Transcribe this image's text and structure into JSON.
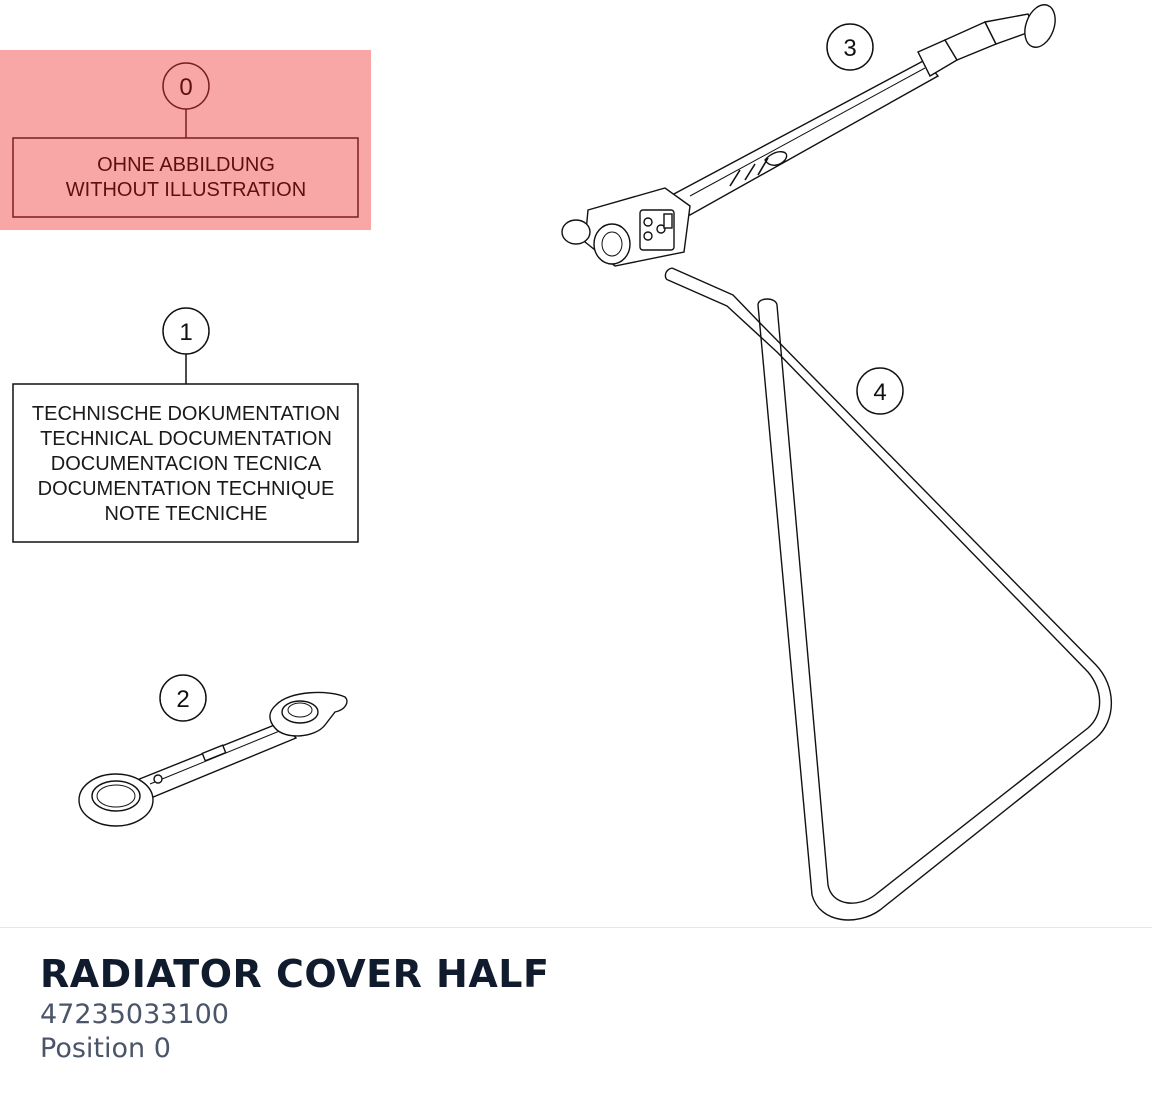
{
  "callouts": [
    {
      "number": "0",
      "lines": [
        "OHNE ABBILDUNG",
        "WITHOUT ILLUSTRATION"
      ],
      "highlighted": true
    },
    {
      "number": "1",
      "lines": [
        "TECHNISCHE DOKUMENTATION",
        "TECHNICAL DOCUMENTATION",
        "DOCUMENTACION TECNICA",
        "DOCUMENTATION TECHNIQUE",
        "NOTE TECNICHE"
      ],
      "highlighted": false
    }
  ],
  "parts": [
    {
      "number": "2",
      "icon": "ring-wrench-icon"
    },
    {
      "number": "3",
      "icon": "torque-wrench-icon"
    },
    {
      "number": "4",
      "icon": "stand-icon"
    }
  ],
  "footer": {
    "title": "RADIATOR COVER HALF",
    "part_number": "47235033100",
    "position": "Position 0"
  },
  "colors": {
    "highlight": "#f8a7a6",
    "highlight_stroke": "#7a1f1f",
    "title": "#111b2e",
    "subtitle": "#4a5568"
  }
}
